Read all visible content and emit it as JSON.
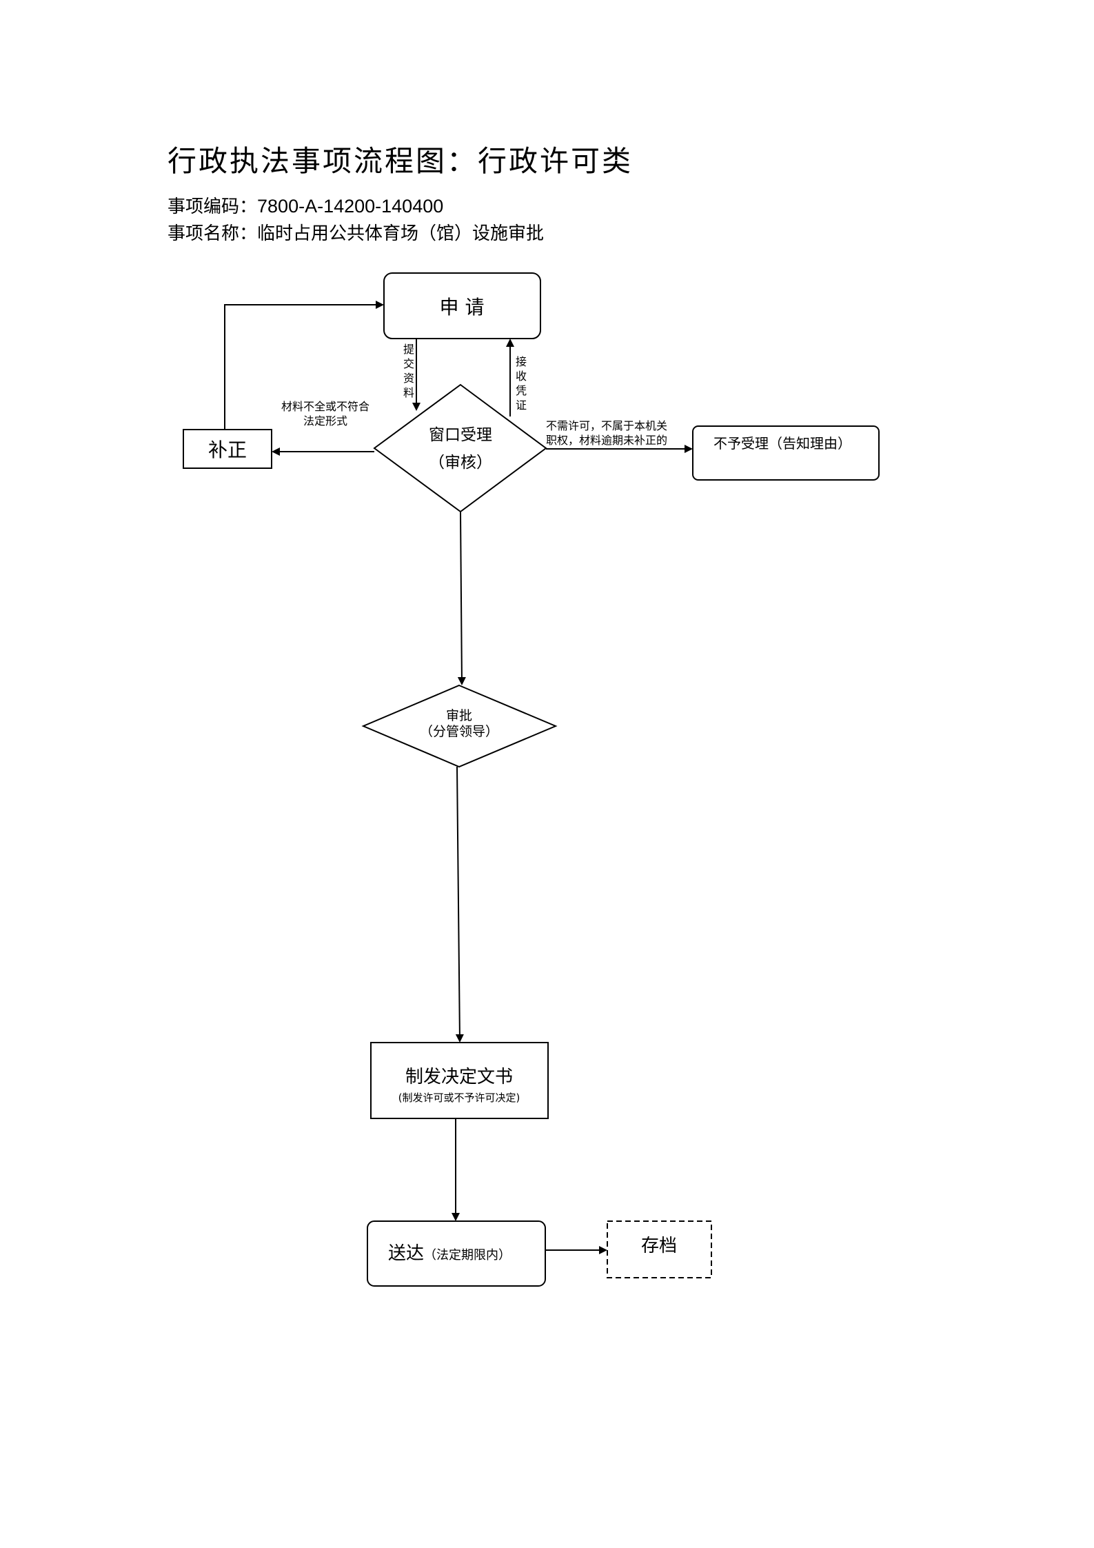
{
  "title": "行政执法事项流程图：行政许可类",
  "item_code_label": "事项编码：",
  "item_code": "7800-A-14200-140400",
  "item_name_label": "事项名称：",
  "item_name": "临时占用公共体育场（馆）设施审批",
  "nodes": {
    "apply": "申  请",
    "window_accept": "窗口受理",
    "window_review": "（审核）",
    "correction": "补正",
    "reject": "不予受理（告知理由）",
    "approve": "审批",
    "approve_sub": "（分管领导）",
    "decision": "制发决定文书",
    "decision_sub": "(制发许可或不予许可决定)",
    "deliver": "送达",
    "deliver_sub": "（法定期限内）",
    "archive": "存档"
  },
  "edges": {
    "submit_chars": [
      "提",
      "交",
      "资",
      "料"
    ],
    "receipt_chars": [
      "接",
      "收",
      "凭",
      "证"
    ],
    "incomplete_line1": "材料不全或不符合",
    "incomplete_line2": "法定形式",
    "no_permit_line1": "不需许可，不属于本机关",
    "no_permit_line2": "职权，材料逾期未补正的"
  }
}
